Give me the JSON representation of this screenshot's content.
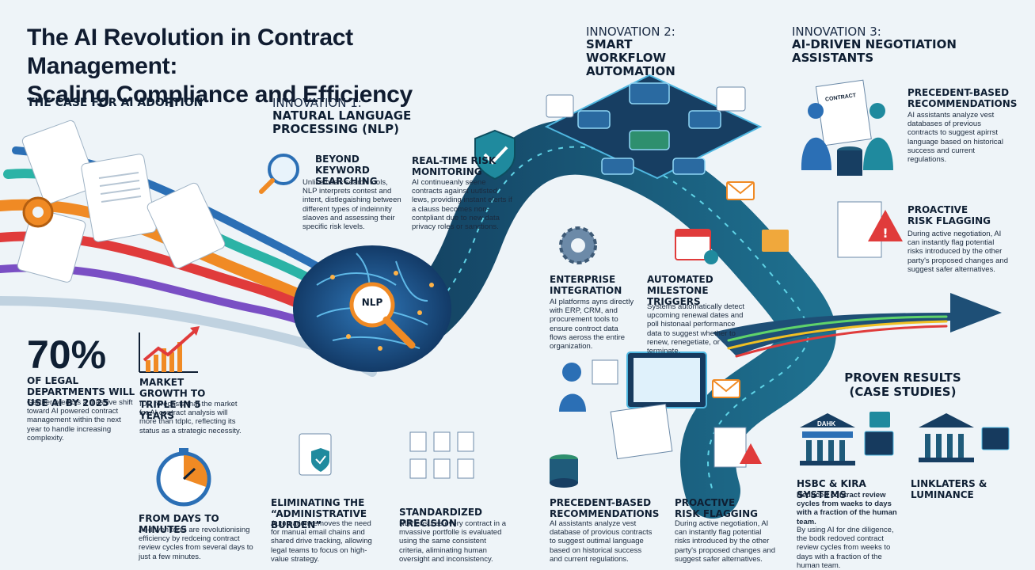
{
  "title": {
    "line1": "The AI Revolution in Contract Management:",
    "line2": "Scaling Compliance and Efficiency"
  },
  "case_for_ai": {
    "heading": "THE CASE FOR AI ADOPTION",
    "stat_value": "70%",
    "stat_label": "OF LEGAL DEPARTMENTS WILL USE AI BY 2025",
    "stat_body": "Gartner predicts a massive shift toward AI powered contract management within the next year to handle increasing complexity.",
    "growth_heading": "MARKET GROWTH TO TRIPLE IN 5 YEARS",
    "growth_body": "IDC forecasts that the market for AI contract analysis will more than tdplc, reflecting its status as a strategic necessity.",
    "days_heading": "FROM DAYS TO MINUTES",
    "days_body": "AI-driven tools are revolutionising efficiency by redceing contract review cycles from several days to just a few minutes."
  },
  "innovation1": {
    "kicker": "INNOVATION 1:",
    "heading": "NATURAL LANGUAGE PROCESSING (NLP)",
    "brain_label": "NLP",
    "beyond_heading": "BEYOND KEYWORD SEARCHING",
    "beyond_body": "Unlike basic search tools, NLP interprets contest and intent, distlegaishing between different types of indeinnity slaoves and assessing their specific risk levels.",
    "realtime_heading": "REAL-TIME RISK MONITORING",
    "realtime_body": "AI continueanly seene contracts against uutlsted lews, providing instant elerts if a clauss becomes non-contpliant due to new data privacy roles or sanctions.",
    "eliminating_heading": "ELIMINATING THE “ADMINISTRATIVE BURDEN”",
    "eliminating_body": "Automation removes the need for manual email chains and shared drive tracking, allowing legal teams to focus on high-value strategy.",
    "standardized_heading": "STANDARDIZED PRECISION",
    "standardized_body": "NLP ensures every contract in a mvassive portfolle is evaluated using the same consistent criteria, aliminating human oversight and inconsistency."
  },
  "innovation2": {
    "kicker": "INNOVATION 2:",
    "heading": "SMART WORKFLOW AUTOMATION",
    "enterprise_heading": "ENTERPRISE INTEGRATION",
    "enterprise_body": "AI platforms ayns directly with ERP, CRM, and procurement tools to ensure controct data flows aeross the entire organization.",
    "milestone_heading": "AUTOMATED MILESTONE TRIGGERS",
    "milestone_body": "Systems automatically detect upcoming renewal dates and poll histonaal performance data to suggest whether to renew, renegetiate, or terminate.",
    "precedent_heading": "PRECEDENT-BASED RECOMMENDATIONS",
    "precedent_body": "AI assistants analyze vest database of provious contracts to suggest outimal language based on historical success and current regulations.",
    "proactive_heading": "PROACTIVE RISK FLAGGING",
    "proactive_body": "During active negotiation, AI can instantly flag potential risks introduced by the other party's proposed changes and suggest safer alternatives."
  },
  "innovation3": {
    "kicker": "INNOVATION 3:",
    "heading": "AI-DRIVEN NEGOTIATION ASSISTANTS",
    "precedent_heading": "PRECEDENT-BASED RECOMMENDATIONS",
    "precedent_body": "AI assistants analyze vest databases of previous contracts to suggest apirrst language based on historical success and current regulations.",
    "proactive_heading": "PROACTIVE RISK FLAGGING",
    "proactive_body": "During active negotiation, AI can instantly flag potential risks introduced by the other party's proposed changes and suggest safer alternatives.",
    "doc_label": "CONTRACT"
  },
  "results": {
    "heading_line1": "PROVEN RESULTS",
    "heading_line2": "(CASE STUDIES)",
    "bank_label": "DAHK",
    "case1_heading": "HSBC & KIRA SYSTEMS",
    "case1_bold": "Reduced contract review cycles from waeks to days with a fraction of the human team.",
    "case1_body": "By using AI for dne diligence, the bodk redoved contract review cycles from weeks to days with a fraction of the human team.",
    "case2_heading": "LINKLATERS & LUMINANCE"
  },
  "colors": {
    "background": "#eef4f8",
    "navy": "#0f1f33",
    "teal": "#1f8a9e",
    "orange": "#f08a24",
    "red": "#e03b3b",
    "green": "#3fae5a",
    "blue": "#2b6fb5"
  }
}
